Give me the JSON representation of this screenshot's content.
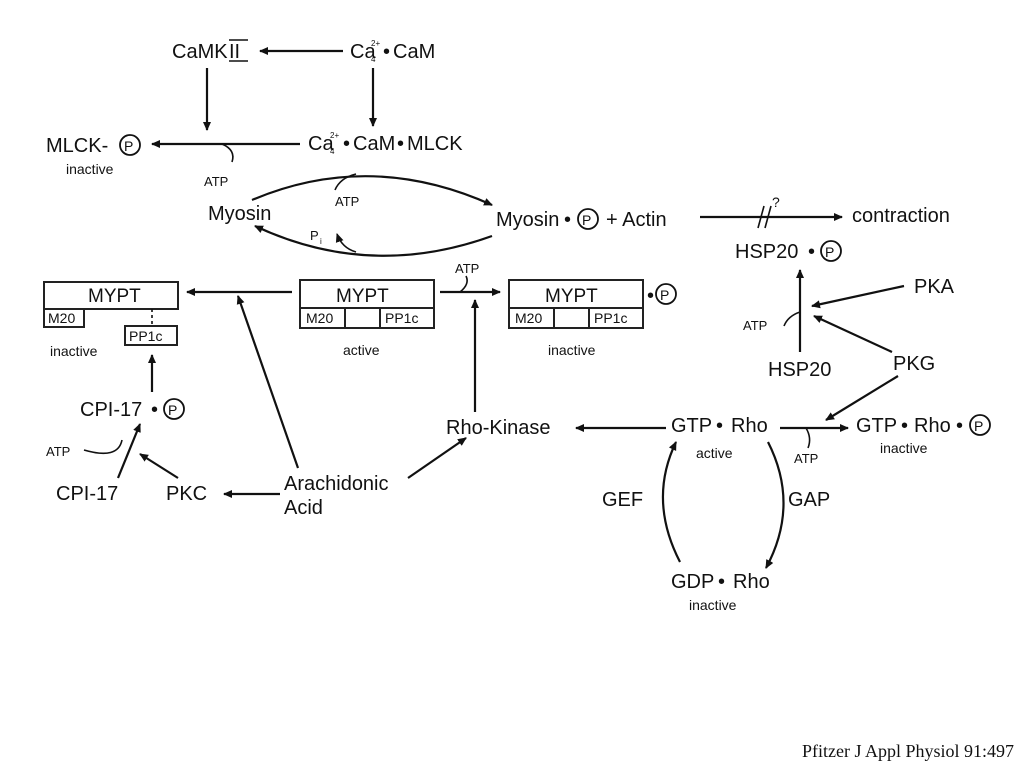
{
  "nodes": {
    "camk": "CaMK",
    "camk_roman": "II",
    "ca": "Ca",
    "ca_sup": "2+",
    "ca_sub": "4",
    "cam": "CaM",
    "mlck": "MLCK",
    "mlck_p": "MLCK-",
    "inactive": "inactive",
    "active": "active",
    "atp": "ATP",
    "pi": "P",
    "pi_sub": "i",
    "myosin": "Myosin",
    "myosin_p": "Myosin",
    "plus_actin": "+ Actin",
    "question": "?",
    "contraction": "contraction",
    "hsp20_p": "HSP20",
    "hsp20": "HSP20",
    "pka": "PKA",
    "pkg": "PKG",
    "mypt": "MYPT",
    "m20": "M20",
    "pp1c": "PP1c",
    "cpi17_p": "CPI-17",
    "cpi17": "CPI-17",
    "pkc": "PKC",
    "arachidonic": "Arachidonic",
    "acid": "Acid",
    "rho_kinase": "Rho-Kinase",
    "gtp": "GTP",
    "rho": "Rho",
    "gdp": "GDP",
    "gef": "GEF",
    "gap": "GAP",
    "p_symbol": "P",
    "dot": "•"
  },
  "citation": "Pfitzer J Appl Physiol 91:497"
}
